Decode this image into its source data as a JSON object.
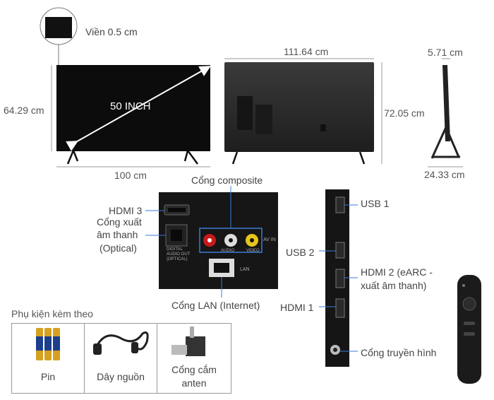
{
  "front": {
    "bezel_label": "Viền 0.5 cm",
    "diagonal_label": "50 INCH",
    "width_label": "100 cm",
    "height_label": "64.29 cm"
  },
  "back": {
    "width_label": "111.64 cm",
    "height_label": "72.05 cm"
  },
  "side": {
    "depth_label": "5.71 cm",
    "stand_label": "24.33 cm"
  },
  "rear_ports": {
    "composite_label": "Cổng composite",
    "hdmi3_label": "HDMI 3",
    "optical_label_1": "Cổng xuất",
    "optical_label_2": "âm thanh",
    "optical_label_3": "(Optical)",
    "lan_label": "Cổng LAN (Internet)",
    "panel_text": {
      "digital_audio": "DIGITAL AUDIO OUT (OPTICAL)",
      "audio": "AUDIO",
      "video": "VIDEO",
      "av_in": "AV IN",
      "lan": "LAN"
    }
  },
  "side_ports": {
    "usb1": "USB 1",
    "usb2": "USB 2",
    "hdmi2_line1": "HDMI 2 (eARC -",
    "hdmi2_line2": "xuất âm thanh)",
    "hdmi1": "HDMI 1",
    "antenna": "Cổng truyền hình"
  },
  "accessories": {
    "title": "Phụ kiện kèm theo",
    "items": [
      {
        "label": "Pin",
        "icon": "battery-icon"
      },
      {
        "label": "Dây nguồn",
        "icon": "power-cord-icon"
      },
      {
        "label_1": "Cổng cắm",
        "label_2": "anten",
        "icon": "antenna-adapter-icon"
      }
    ]
  }
}
